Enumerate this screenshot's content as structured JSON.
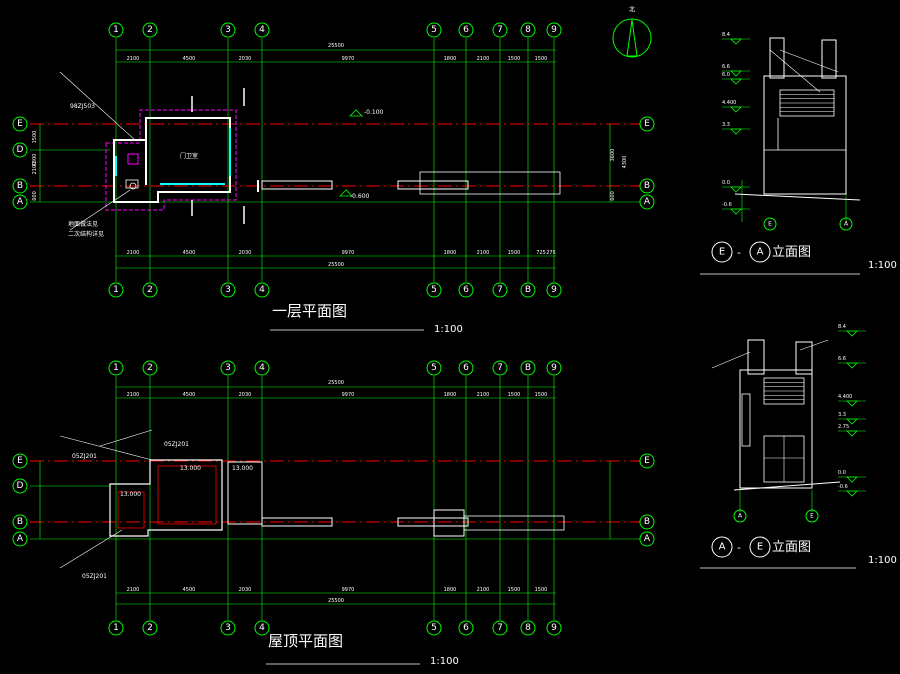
{
  "plan1": {
    "title": "一层平面图",
    "scale": "1:100",
    "top_axes": [
      "1",
      "2",
      "3",
      "4",
      "5",
      "6",
      "7",
      "8",
      "9"
    ],
    "bottom_axes": [
      "1",
      "2",
      "3",
      "4",
      "5",
      "6",
      "7",
      "B",
      "9"
    ],
    "row_axes": [
      "E",
      "D",
      "B",
      "A"
    ],
    "dims_top_total": "25500",
    "dims_top": [
      "2100",
      "4500",
      "2030",
      "9970",
      "1800",
      "2100",
      "1500",
      "1500"
    ],
    "dims_bottom": [
      "2100",
      "4500",
      "2030",
      "9970",
      "1800",
      "2100",
      "1500",
      "725",
      "275"
    ],
    "dims_bottom_total": "25500",
    "dims_left": [
      "1500",
      "2100",
      "4300",
      "600"
    ],
    "dims_right": [
      "3600",
      "4300",
      "600"
    ],
    "levels": [
      "-0.100",
      "-0.600"
    ],
    "notes": [
      "98ZJ503",
      "地面做法见",
      "二次结构详见",
      "门卫室",
      "-0.100"
    ]
  },
  "plan2": {
    "title": "屋顶平面图",
    "scale": "1:100",
    "top_axes": [
      "1",
      "2",
      "3",
      "4",
      "5",
      "6",
      "7",
      "B",
      "9"
    ],
    "bottom_axes": [
      "1",
      "2",
      "3",
      "4",
      "5",
      "6",
      "7",
      "8",
      "9"
    ],
    "row_axes": [
      "E",
      "D",
      "B",
      "A"
    ],
    "dims_top_total": "25500",
    "dims_top": [
      "2100",
      "4500",
      "2030",
      "9970",
      "1800",
      "2100",
      "1500",
      "1500"
    ],
    "dims_bottom": [
      "2100",
      "4500",
      "2030",
      "9970",
      "1800",
      "2100",
      "1500",
      "1500"
    ],
    "dims_bottom_total": "25500",
    "notes": [
      "05ZJ201",
      "05ZJ201",
      "05ZJ201",
      "13.000",
      "13.000",
      "13.000"
    ]
  },
  "elev1": {
    "title": "立面图",
    "from_axis": "E",
    "to_axis": "A",
    "scale": "1:100",
    "levels": [
      "8.4",
      "6.6",
      "6.0",
      "4.400",
      "3.3",
      "0.0",
      "-0.6"
    ],
    "axes_bottom": [
      "E",
      "A"
    ]
  },
  "elev2": {
    "title": "立面图",
    "from_axis": "A",
    "to_axis": "E",
    "scale": "1:100",
    "levels": [
      "8.4",
      "6.6",
      "4.400",
      "3.3",
      "2.75",
      "0.0",
      "-0.6"
    ],
    "axes_bottom": [
      "A",
      "E"
    ]
  },
  "north": {
    "label": "北"
  },
  "colors": {
    "axis_line": "#00ff00",
    "center_line": "#ff0000",
    "bubble": "#00ff00",
    "wall": "#ffffff",
    "hatch": "#ff00ff",
    "window": "#00ffff"
  }
}
